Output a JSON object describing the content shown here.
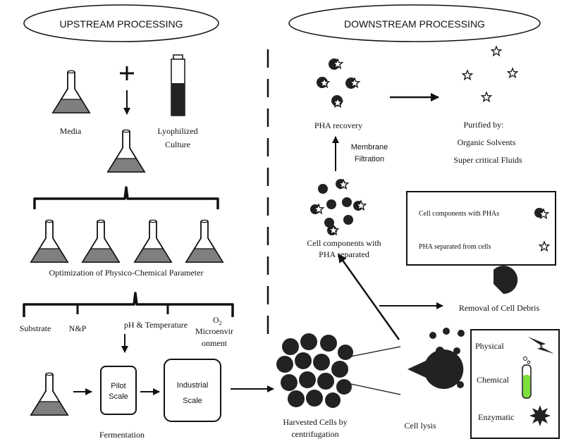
{
  "headers": {
    "upstream": "UPSTREAM PROCESSING",
    "downstream": "DOWNSTREAM PROCESSING"
  },
  "upstream": {
    "media": "Media",
    "culture_line1": "Lyophilized",
    "culture_line2": "Culture",
    "optimization": "Optimization of Physico-Chemical Parameter",
    "substrate": "Substrate",
    "np": "N&P",
    "ph_temp": "pH & Temperature",
    "o2": "O",
    "o2_sub": "2",
    "micro_line1": "Microenvir",
    "micro_line2": "onment",
    "pilot_line1": "Pilot",
    "pilot_line2": "Scale",
    "industrial_line1": "Industrial",
    "industrial_line2": "Scale",
    "fermentation": "Fermentation"
  },
  "downstream": {
    "pha_recovery": "PHA recovery",
    "membrane_line1": "Membrane",
    "membrane_line2": "Filtration",
    "purified_title": "Purified by:",
    "purified_1": "Organic Solvents",
    "purified_2": "Super critical Fluids",
    "cell_sep_line1": "Cell components with",
    "cell_sep_line2": "PHA separated",
    "legend_1": "Cell components with PHAs",
    "legend_2": "PHA separated from cells",
    "removal": "Removal of Cell Debris",
    "harvest_line1": "Harvested Cells by",
    "harvest_line2": "centrifugation",
    "lysis": "Cell lysis",
    "physical": "Physical",
    "chemical": "Chemical",
    "enzymatic": "Enzymatic"
  },
  "colors": {
    "ink": "#1a1a1a",
    "liquid": "#7f7f7f",
    "tube_liquid": "#7ddf3a"
  }
}
